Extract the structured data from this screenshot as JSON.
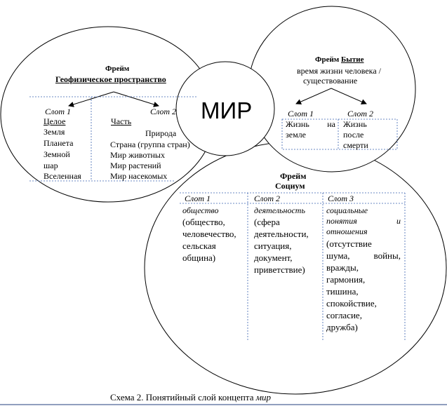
{
  "center": {
    "label": "МИР"
  },
  "geo": {
    "heading": "Фрейм",
    "title": "Геофизическое пространство",
    "slot1": {
      "label": "Слот 1",
      "name": "Целое",
      "items": [
        "Земля",
        "Планета",
        "Земной",
        "шар",
        "Вселенная"
      ]
    },
    "slot2": {
      "label": "Слот 2",
      "name": "Часть",
      "items": [
        "Природа",
        "Страна (группа стран)",
        "Мир животных",
        "Мир растений",
        "Мир насекомых"
      ]
    }
  },
  "being": {
    "heading": "Фрейм",
    "title": "Бытие",
    "subtitle_line1": "время жизни человека /",
    "subtitle_line2": "существование",
    "slot1": {
      "label": "Слот 1",
      "text_a": "Жизнь",
      "text_b": "на",
      "text_c": "земле"
    },
    "slot2": {
      "label": "Слот 2",
      "lines": [
        "Жизнь",
        "после",
        "смерти"
      ]
    }
  },
  "society": {
    "heading": "Фрейм",
    "title": "Социум",
    "slots": [
      {
        "label": "Слот 1",
        "name": "общество",
        "lines": [
          "(общество,",
          "человечество,",
          "сельская",
          "община)"
        ]
      },
      {
        "label": "Слот 2",
        "name": "деятельность",
        "lines": [
          "(сфера",
          "деятельности,",
          "ситуация,",
          "документ,",
          "приветствие)"
        ]
      },
      {
        "label": "Слот 3",
        "name_line1": "социальные",
        "name_line2a": "понятия",
        "name_line2b": "и",
        "name_line3": "отношения",
        "line1a": "(отсутствие",
        "line2a": "шума,",
        "line2b": "войны,",
        "lines": [
          "вражды,",
          "гармония,",
          "тишина,",
          "спокойствие,",
          "согласие,",
          "дружба)"
        ]
      }
    ]
  },
  "caption": {
    "text": "Схема 2. Понятийный слой концепта ",
    "term": "мир"
  }
}
